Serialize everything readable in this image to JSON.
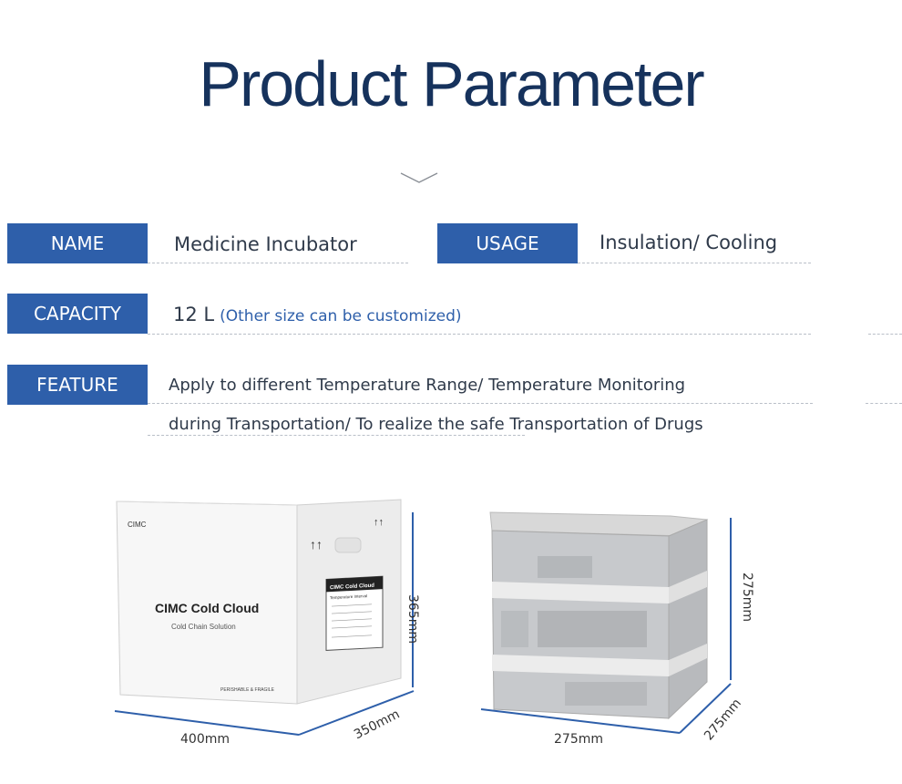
{
  "page": {
    "title": "Product Parameter"
  },
  "params": {
    "name_label": "NAME",
    "name_value": "Medicine Incubator",
    "usage_label": "USAGE",
    "usage_value": "Insulation/ Cooling",
    "capacity_label": "CAPACITY",
    "capacity_value": "12 L",
    "capacity_note": "(Other size can be customized)",
    "feature_label": "FEATURE",
    "feature_line1": "Apply to different Temperature Range/ Temperature Monitoring",
    "feature_line2": "during Transportation/ To realize the safe Transportation of Drugs"
  },
  "left_box": {
    "brand_small": "CIMC",
    "brand": "CIMC Cold Cloud",
    "sub": "Cold Chain Solution",
    "label_title": "CIMC Cold Cloud",
    "label_line1": "Temperature Interval",
    "bottom_text": "PERISHABLE & FRAGILE",
    "dim_height": "365mm",
    "dim_width": "400mm",
    "dim_depth": "350mm"
  },
  "right_box": {
    "dim_height": "275mm",
    "dim_width": "275mm",
    "dim_depth": "275mm"
  },
  "colors": {
    "accent": "#2e5faa",
    "title": "#16325c"
  },
  "icons": {
    "chevron": "chevron-down-icon"
  }
}
